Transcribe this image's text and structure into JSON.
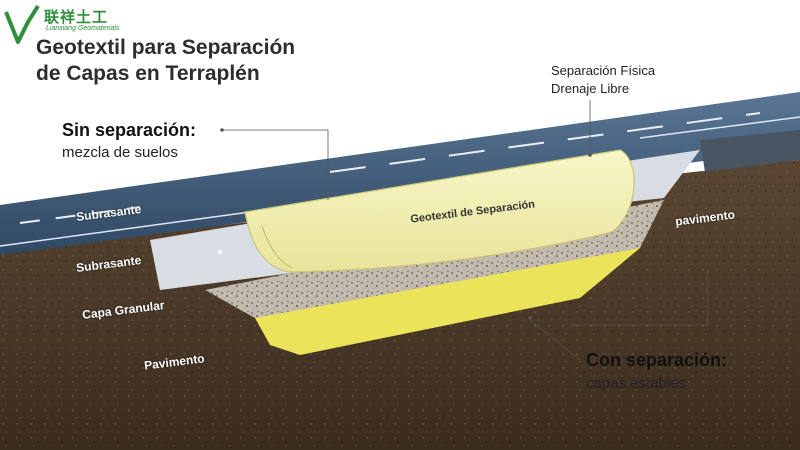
{
  "logo": {
    "name_cn": "联祥土工",
    "name_en": "Lianxiang Geomaterials"
  },
  "title": {
    "line1": "Geotextil para Separación",
    "line2": "de Capas en Terraplén"
  },
  "callouts": {
    "top_right_line1": "Separación Física",
    "top_right_line2": "Drenaje Libre",
    "without_heading": "Sin separación:",
    "without_sub": "mezcla de suelos",
    "with_heading": "Con separación:",
    "with_sub": "capas estables"
  },
  "layer_labels": {
    "subrasante_top": "Subrasante",
    "subrasante_mid": "Subrasante",
    "capa_granular": "Capa Granular",
    "pavimento_left": "Pavimento",
    "pavimento_right": "pavimento",
    "geotextil": "Geotextil de Separación"
  },
  "colors": {
    "road": "#3d5a7a",
    "soil": "#4a3a2a",
    "geotextile": "#f3f0b0",
    "granular": "#c9c1b3",
    "yellow_layer": "#ebe45a",
    "subgrade_band": "#d9dde2",
    "logo_green": "#2f8f3a"
  }
}
